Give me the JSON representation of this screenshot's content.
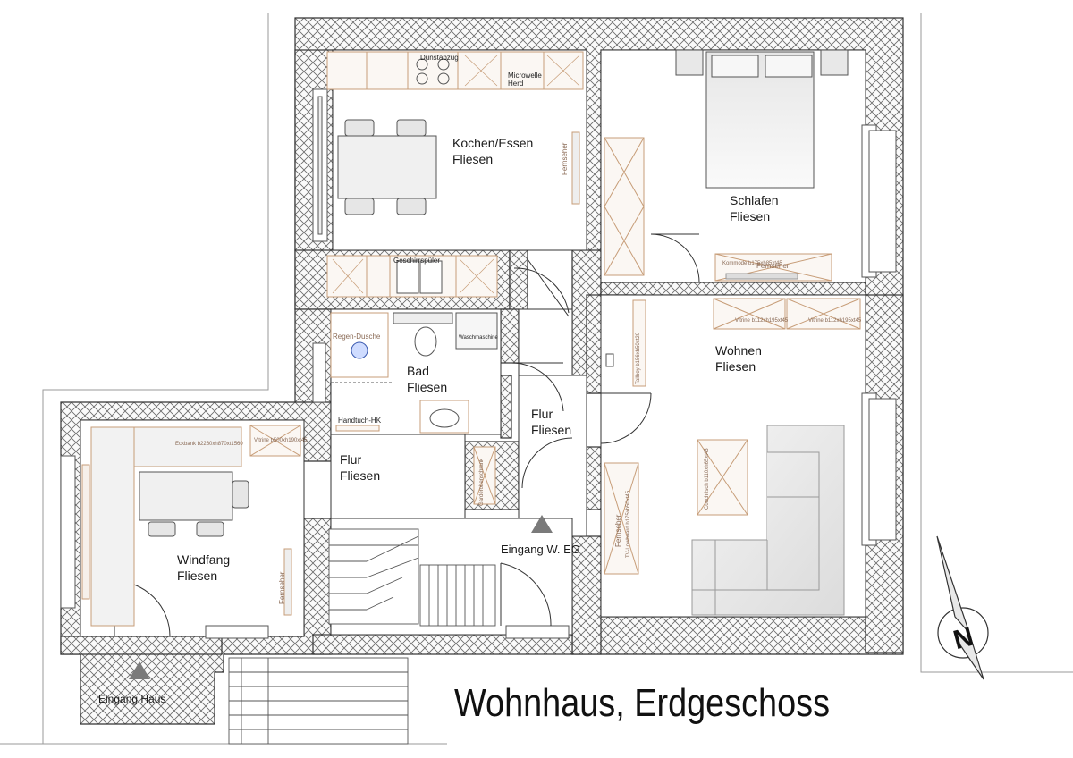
{
  "title": "Wohnhaus, Erdgeschoss",
  "rooms": [
    {
      "name": "Kochen/Essen",
      "floor": "Fliesen"
    },
    {
      "name": "Schlafen",
      "floor": "Fliesen"
    },
    {
      "name": "Bad",
      "floor": "Fliesen"
    },
    {
      "name": "Wohnen",
      "floor": "Fliesen"
    },
    {
      "name": "Flur",
      "floor": "Fliesen"
    },
    {
      "name": "Flur",
      "floor": "Fliesen"
    },
    {
      "name": "Windfang",
      "floor": "Fliesen"
    }
  ],
  "entrances": {
    "house": "Eingang Haus",
    "eg": "Eingang W. EG"
  },
  "fixtures": {
    "hood": "Dunstabzug",
    "microwave": "Microwelle",
    "stove": "Herd",
    "dishwasher": "Geschirrspüler",
    "shower": "Regen-Dusche",
    "washer": "Waschmaschine",
    "towel_heater": "Handtuch-HK",
    "tv": "Fernseher",
    "eckbank": "Eckbank b2260xh870xt1560",
    "vitrine_windfang": "Vitrine b500xh190xt45",
    "kommode": "Kommode b175xh85xt45",
    "vitrine": "Vitrine b112xh195xt45",
    "tallboy": "Tallboy b156xh50xt20",
    "garderobe": "Garderobenschrank",
    "couchtisch": "Couchtisch b110xh65xt45",
    "lowboard": "TV-Lowboard b175xh50xt45"
  },
  "compass": {
    "north": "N"
  },
  "colors": {
    "wall_hatch": "#555555",
    "furniture": "#c79d78",
    "text": "#1a1a1a"
  }
}
